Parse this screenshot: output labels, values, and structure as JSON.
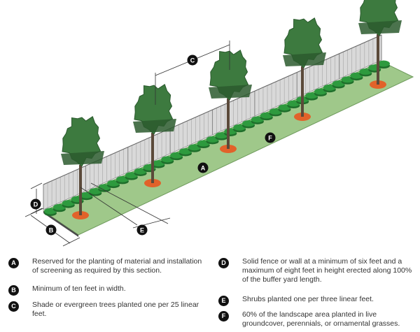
{
  "diagram": {
    "title": "Buffer yard landscape requirements",
    "colors": {
      "ground": "#9fc88a",
      "ground_edge": "#6e9a5c",
      "tree_canopy": "#3d7a3f",
      "tree_canopy_dark": "#2b5a2e",
      "trunk": "#5b4a3a",
      "mulch_ring": "#e1622a",
      "shrub": "#2e9a3e",
      "shrub_dark": "#1f6e2b",
      "fence": "#d9d9d9",
      "fence_line": "#8a8a8a",
      "badge": "#111111"
    },
    "callouts": {
      "A": "A",
      "B": "B",
      "C": "C",
      "D": "D",
      "E": "E",
      "F": "F"
    },
    "tree_count": 5
  },
  "legend": [
    {
      "key": "A",
      "text": "Reserved for the planting of material and installation of screening as required by this section."
    },
    {
      "key": "B",
      "text": "Minimum of ten feet in width."
    },
    {
      "key": "C",
      "text": "Shade or evergreen trees planted one per 25 linear feet."
    },
    {
      "key": "D",
      "text": "Solid fence or wall at a minimum of six feet and a maximum of eight feet in height erected along 100% of the buffer yard length."
    },
    {
      "key": "E",
      "text": "Shrubs planted one per three linear feet."
    },
    {
      "key": "F",
      "text": "60% of the landscape area planted in live groundcover, perennials, or ornamental grasses."
    }
  ]
}
